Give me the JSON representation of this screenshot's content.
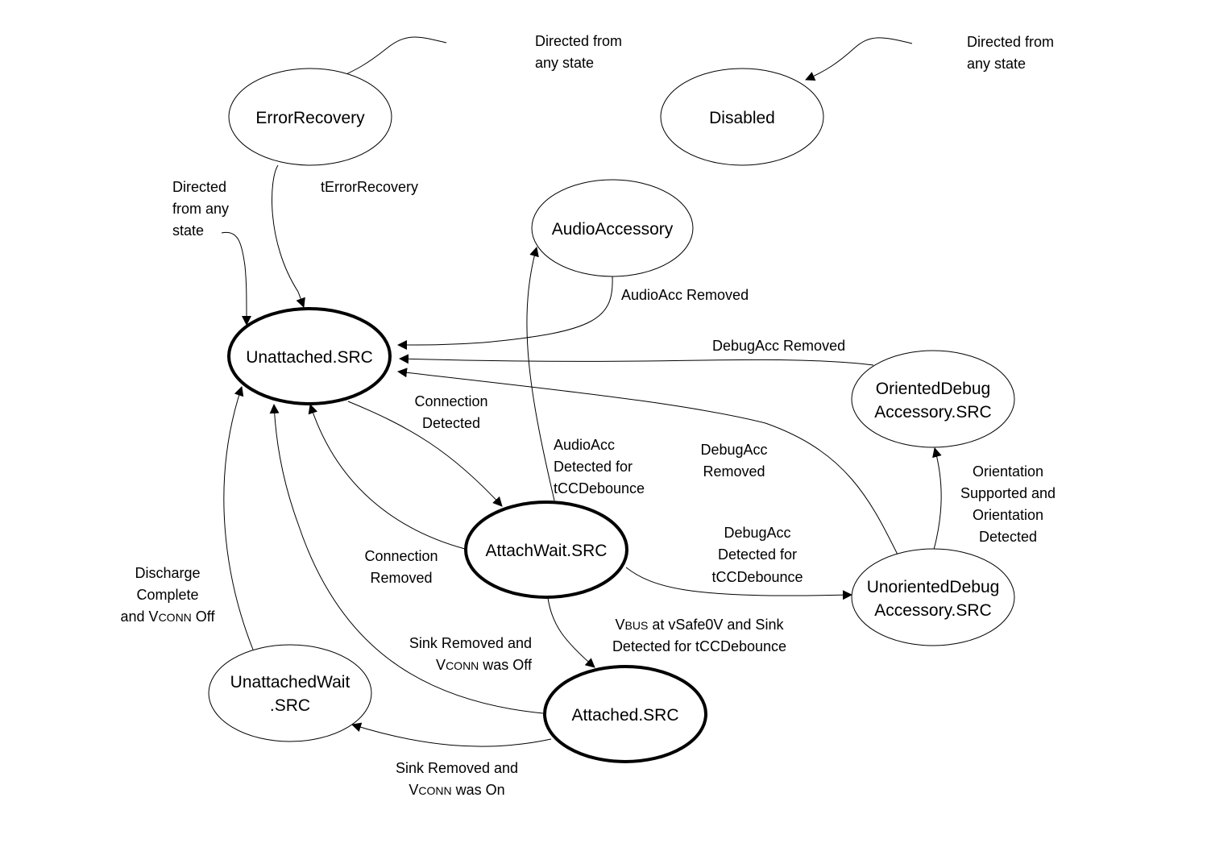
{
  "diagram": {
    "type": "state-machine",
    "nodes": [
      {
        "id": "error_recovery",
        "lines": [
          "ErrorRecovery"
        ],
        "emphasis": false
      },
      {
        "id": "disabled",
        "lines": [
          "Disabled"
        ],
        "emphasis": false
      },
      {
        "id": "audio_accessory",
        "lines": [
          "AudioAccessory"
        ],
        "emphasis": false
      },
      {
        "id": "unattached_src",
        "lines": [
          "Unattached.SRC"
        ],
        "emphasis": true
      },
      {
        "id": "oriented_debug",
        "lines": [
          "OrientedDebug",
          "Accessory.SRC"
        ],
        "emphasis": false
      },
      {
        "id": "attachwait_src",
        "lines": [
          "AttachWait.SRC"
        ],
        "emphasis": true
      },
      {
        "id": "unoriented_debug",
        "lines": [
          "UnorientedDebug",
          "Accessory.SRC"
        ],
        "emphasis": false
      },
      {
        "id": "unattachedwait_src",
        "lines": [
          "UnattachedWait",
          ".SRC"
        ],
        "emphasis": false
      },
      {
        "id": "attached_src",
        "lines": [
          "Attached.SRC"
        ],
        "emphasis": true
      }
    ],
    "edges": [
      {
        "id": "any_to_error_recovery",
        "from": "any",
        "to": "error_recovery",
        "label": [
          "Directed from",
          "any state"
        ]
      },
      {
        "id": "any_to_disabled",
        "from": "any",
        "to": "disabled",
        "label": [
          "Directed from",
          "any state"
        ]
      },
      {
        "id": "any_to_unattached",
        "from": "any",
        "to": "unattached_src",
        "label": [
          "Directed",
          "from any",
          "state"
        ]
      },
      {
        "id": "error_recovery_to_unattached",
        "from": "error_recovery",
        "to": "unattached_src",
        "label": [
          "tErrorRecovery"
        ]
      },
      {
        "id": "audio_to_unattached",
        "from": "audio_accessory",
        "to": "unattached_src",
        "label": [
          "AudioAcc Removed"
        ]
      },
      {
        "id": "oriented_to_unattached",
        "from": "oriented_debug",
        "to": "unattached_src",
        "label": [
          "DebugAcc Removed"
        ]
      },
      {
        "id": "unoriented_to_unattached",
        "from": "unoriented_debug",
        "to": "unattached_src",
        "label": [
          "DebugAcc",
          "Removed"
        ]
      },
      {
        "id": "unattached_to_attachwait",
        "from": "unattached_src",
        "to": "attachwait_src",
        "label": [
          "Connection",
          "Detected"
        ]
      },
      {
        "id": "attachwait_to_audio",
        "from": "attachwait_src",
        "to": "audio_accessory",
        "label": [
          "AudioAcc",
          "Detected for",
          "tCCDebounce"
        ]
      },
      {
        "id": "attachwait_to_unattached",
        "from": "attachwait_src",
        "to": "unattached_src",
        "label": [
          "Connection",
          "Removed"
        ]
      },
      {
        "id": "attachwait_to_unoriented",
        "from": "attachwait_src",
        "to": "unoriented_debug",
        "label": [
          "DebugAcc",
          "Detected for",
          "tCCDebounce"
        ]
      },
      {
        "id": "unoriented_to_oriented",
        "from": "unoriented_debug",
        "to": "oriented_debug",
        "label": [
          "Orientation",
          "Supported and",
          "Orientation",
          "Detected"
        ]
      },
      {
        "id": "attachwait_to_attached",
        "from": "attachwait_src",
        "to": "attached_src",
        "label_rich": [
          [
            {
              "t": "V",
              "sc": false
            },
            {
              "t": "BUS",
              "sc": true
            },
            {
              "t": " at vSafe0V and Sink",
              "sc": false
            }
          ],
          [
            {
              "t": "Detected for tCCDebounce",
              "sc": false
            }
          ]
        ]
      },
      {
        "id": "attached_to_unattached",
        "from": "attached_src",
        "to": "unattached_src",
        "label_rich": [
          [
            {
              "t": "Sink Removed and",
              "sc": false
            }
          ],
          [
            {
              "t": "V",
              "sc": false
            },
            {
              "t": "CONN",
              "sc": true
            },
            {
              "t": " was Off",
              "sc": false
            }
          ]
        ]
      },
      {
        "id": "attached_to_unattachedwait",
        "from": "attached_src",
        "to": "unattachedwait_src",
        "label_rich": [
          [
            {
              "t": "Sink Removed and",
              "sc": false
            }
          ],
          [
            {
              "t": "V",
              "sc": false
            },
            {
              "t": "CONN",
              "sc": true
            },
            {
              "t": " was On",
              "sc": false
            }
          ]
        ]
      },
      {
        "id": "unattachedwait_to_unattached",
        "from": "unattachedwait_src",
        "to": "unattached_src",
        "label_rich": [
          [
            {
              "t": "Discharge",
              "sc": false
            }
          ],
          [
            {
              "t": "Complete",
              "sc": false
            }
          ],
          [
            {
              "t": "and V",
              "sc": false
            },
            {
              "t": "CONN",
              "sc": true
            },
            {
              "t": " Off",
              "sc": false
            }
          ]
        ]
      }
    ]
  }
}
